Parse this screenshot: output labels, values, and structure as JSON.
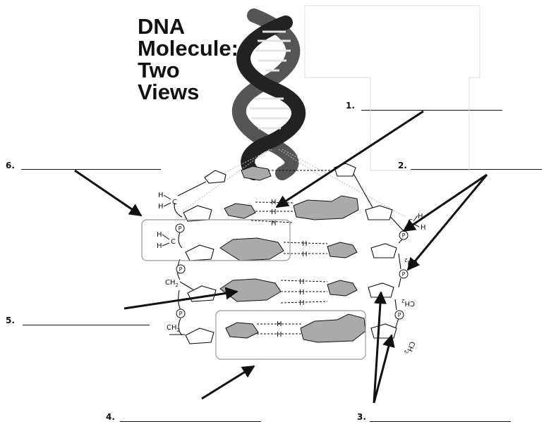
{
  "title": {
    "lines": [
      "DNA",
      "Molecule:",
      "Two",
      "Views"
    ]
  },
  "blanks": [
    {
      "number": "1."
    },
    {
      "number": "2."
    },
    {
      "number": "3."
    },
    {
      "number": "4."
    },
    {
      "number": "5."
    },
    {
      "number": "6."
    }
  ],
  "atoms": {
    "hydrogen": "H",
    "carbon": "C",
    "phosphate": "P",
    "ch2": "CH",
    "subscript2": "2"
  },
  "colors": {
    "ink": "#111111",
    "base_fill": "#aaaaaa",
    "box_stroke": "#999999"
  }
}
